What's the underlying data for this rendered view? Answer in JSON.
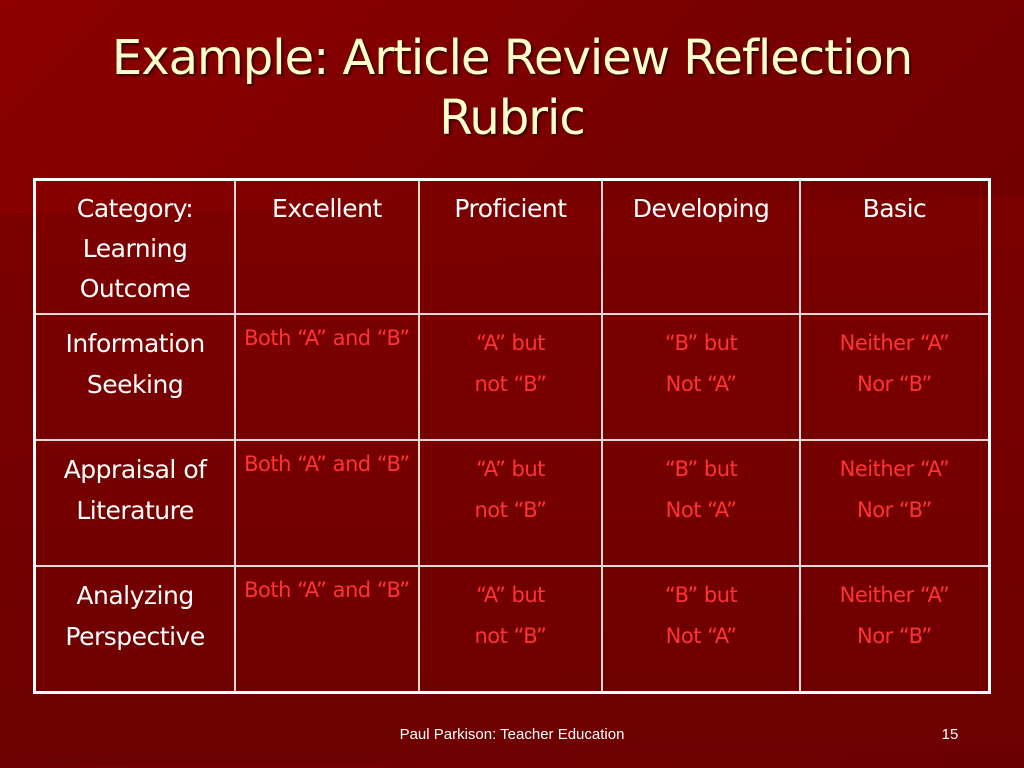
{
  "slide": {
    "title": "Example: Article Review Reflection Rubric",
    "footer": "Paul Parkison: Teacher Education",
    "page_number": "15"
  },
  "table": {
    "headers": [
      "Category: Learning Outcome",
      "Excellent",
      "Proficient",
      "Developing",
      "Basic"
    ],
    "rows": [
      {
        "category": "Information Seeking",
        "excellent": "Both “A” and “B”",
        "proficient": [
          "“A” but",
          "not “B”"
        ],
        "developing": [
          "“B” but",
          "Not “A”"
        ],
        "basic": [
          "Neither “A”",
          "Nor “B”"
        ]
      },
      {
        "category": "Appraisal of Literature",
        "excellent": "Both “A” and “B”",
        "proficient": [
          "“A” but",
          "not “B”"
        ],
        "developing": [
          "“B” but",
          "Not “A”"
        ],
        "basic": [
          "Neither “A”",
          "Nor “B”"
        ]
      },
      {
        "category": "Analyzing Perspective",
        "excellent": "Both “A” and “B”",
        "proficient": [
          "“A” but",
          "not “B”"
        ],
        "developing": [
          "“B” but",
          "Not “A”"
        ],
        "basic": [
          "Neither “A”",
          "Nor “B”"
        ]
      }
    ]
  },
  "colors": {
    "background": "#7a0000",
    "title": "#ffffcc",
    "header_text": "#ffffff",
    "cell_text": "#ff3333",
    "border": "#ffffff"
  }
}
